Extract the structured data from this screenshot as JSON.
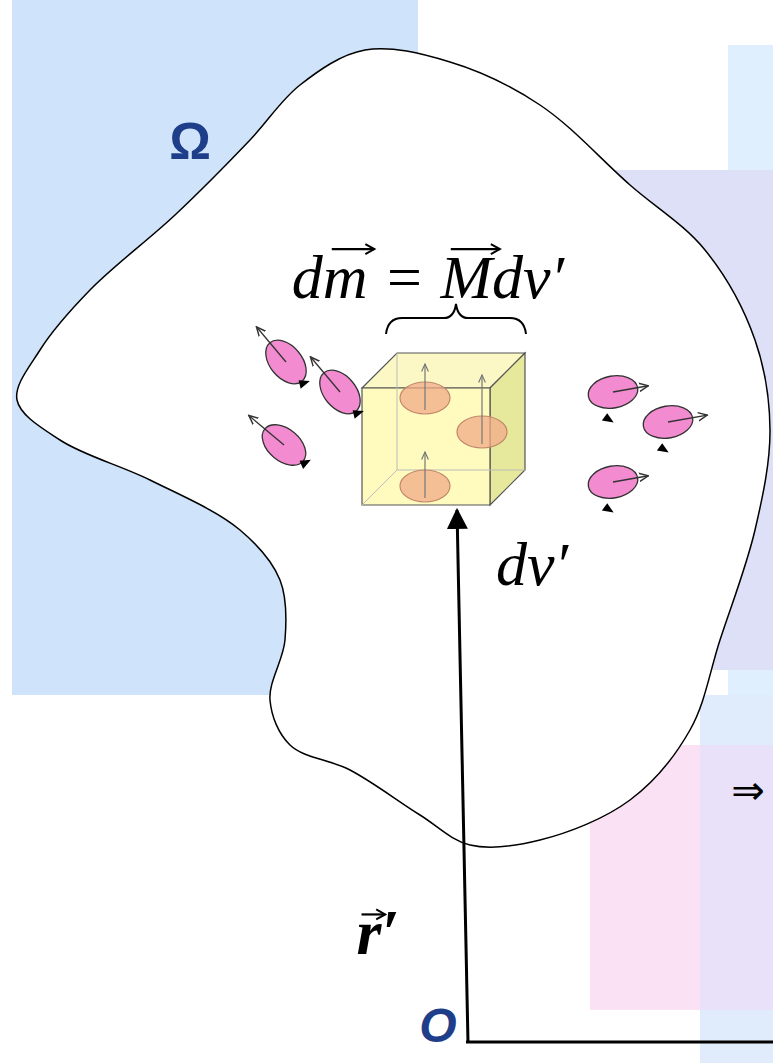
{
  "diagram": {
    "nodes": [
      {
        "text": [
          "Ω"
        ]
      }
    ],
    "labels": [
      "dm = Mdv′",
      "dv′",
      "r′",
      "O",
      "⇒"
    ]
  }
}
